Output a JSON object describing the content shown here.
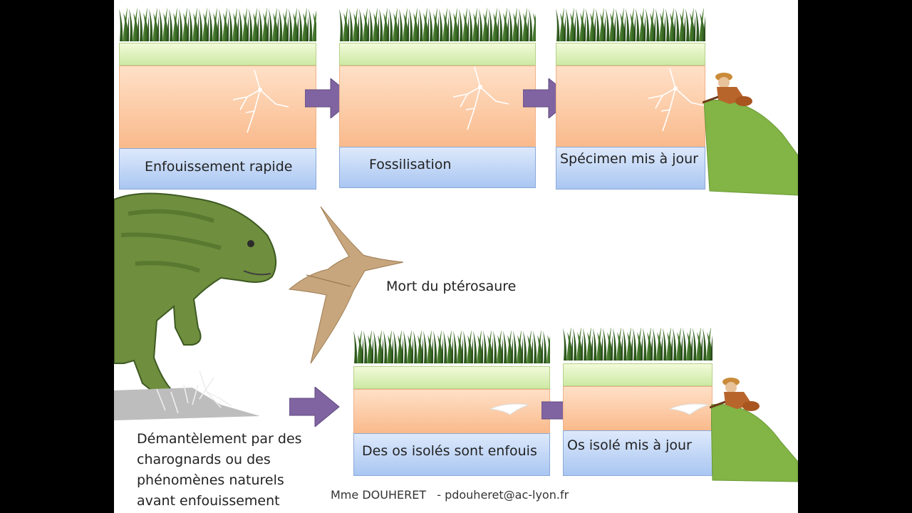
{
  "panels": {
    "burial": "Enfouissement rapide",
    "fossilisation": "Fossilisation",
    "exposed": "Spécimen mis à jour",
    "isolated_buried": "Des os isolés sont enfouis",
    "isolated_exposed": "Os isolé mis à jour"
  },
  "death_label": "Mort du ptérosaure",
  "dismantle_label": "Démantèlement par des charognards ou des phénomènes naturels avant enfouissement",
  "footer": {
    "author": "Mme DOUHERET",
    "separator": "-",
    "email": "pdouheret@ac-lyon.fr"
  },
  "colors": {
    "arrow": "#8064a2",
    "hill": "#82b446",
    "grass": "#3e6b2a"
  }
}
